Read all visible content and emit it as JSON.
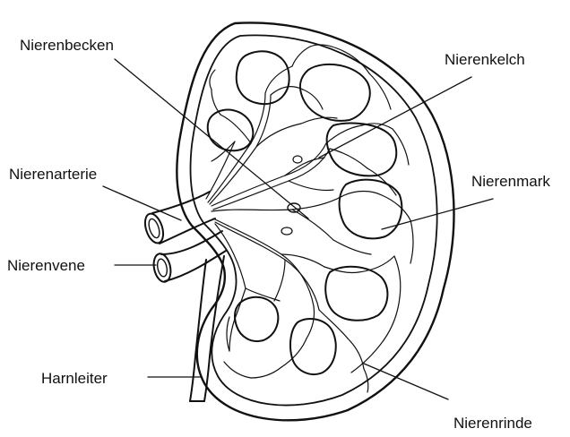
{
  "diagram": {
    "subject": "kidney-cross-section",
    "colors": {
      "ink": "#111111",
      "background": "#ffffff"
    },
    "labels": {
      "pelvis": "Nierenbecken",
      "calyx": "Nierenkelch",
      "artery": "Nierenarterie",
      "medulla": "Nierenmark",
      "vein": "Nierenvene",
      "ureter": "Harnleiter",
      "cortex": "Nierenrinde"
    }
  }
}
